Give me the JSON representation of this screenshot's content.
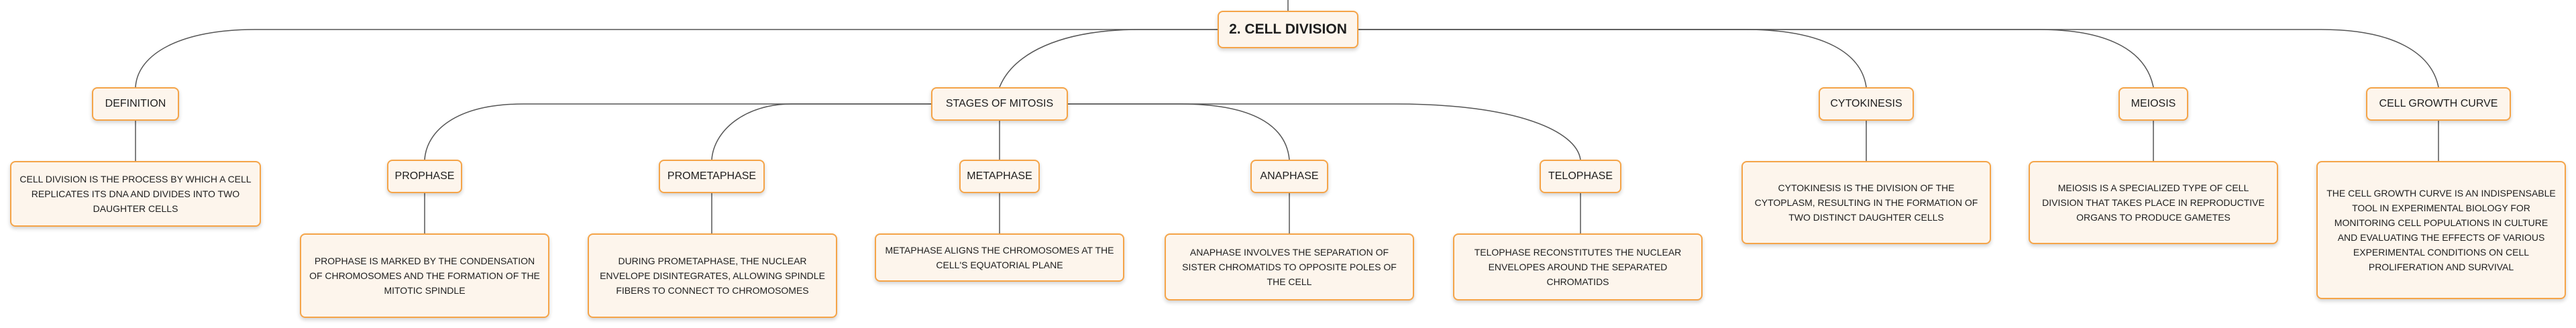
{
  "root": {
    "title": "2. CELL DIVISION"
  },
  "branches": {
    "definition": {
      "label": "DEFINITION",
      "text": "CELL DIVISION IS THE PROCESS BY WHICH A CELL REPLICATES ITS DNA AND DIVIDES INTO TWO DAUGHTER CELLS"
    },
    "mitosis": {
      "label": "STAGES OF MITOSIS",
      "stages": {
        "prophase": {
          "label": "PROPHASE",
          "text": "PROPHASE IS MARKED BY THE CONDENSATION OF CHROMOSOMES AND THE FORMATION OF THE MITOTIC SPINDLE"
        },
        "prometaphase": {
          "label": "PROMETAPHASE",
          "text": "DURING PROMETAPHASE, THE NUCLEAR ENVELOPE DISINTEGRATES, ALLOWING SPINDLE FIBERS TO CONNECT TO CHROMOSOMES"
        },
        "metaphase": {
          "label": "METAPHASE",
          "text": "METAPHASE ALIGNS THE CHROMOSOMES AT THE CELL'S EQUATORIAL PLANE"
        },
        "anaphase": {
          "label": "ANAPHASE",
          "text": "ANAPHASE INVOLVES THE SEPARATION OF SISTER CHROMATIDS TO OPPOSITE POLES OF THE CELL"
        },
        "telophase": {
          "label": "TELOPHASE",
          "text": "TELOPHASE RECONSTITUTES THE NUCLEAR ENVELOPES AROUND THE SEPARATED CHROMATIDS"
        }
      }
    },
    "cytokinesis": {
      "label": "CYTOKINESIS",
      "text": "CYTOKINESIS IS THE DIVISION OF THE CYTOPLASM, RESULTING IN THE FORMATION OF TWO DISTINCT DAUGHTER CELLS"
    },
    "meiosis": {
      "label": "MEIOSIS",
      "text": "MEIOSIS IS A SPECIALIZED TYPE OF CELL DIVISION THAT TAKES PLACE IN REPRODUCTIVE ORGANS TO PRODUCE GAMETES"
    },
    "growth_curve": {
      "label": "CELL GROWTH CURVE",
      "text": "THE CELL GROWTH CURVE IS AN INDISPENSABLE TOOL IN EXPERIMENTAL BIOLOGY FOR MONITORING CELL POPULATIONS IN CULTURE AND EVALUATING THE EFFECTS OF VARIOUS EXPERIMENTAL CONDITIONS ON CELL PROLIFERATION AND SURVIVAL"
    }
  },
  "colors": {
    "node_border": "#f5a448",
    "node_fill": "#fdf5ec",
    "connector": "#555555",
    "text": "#1e1e1e"
  }
}
